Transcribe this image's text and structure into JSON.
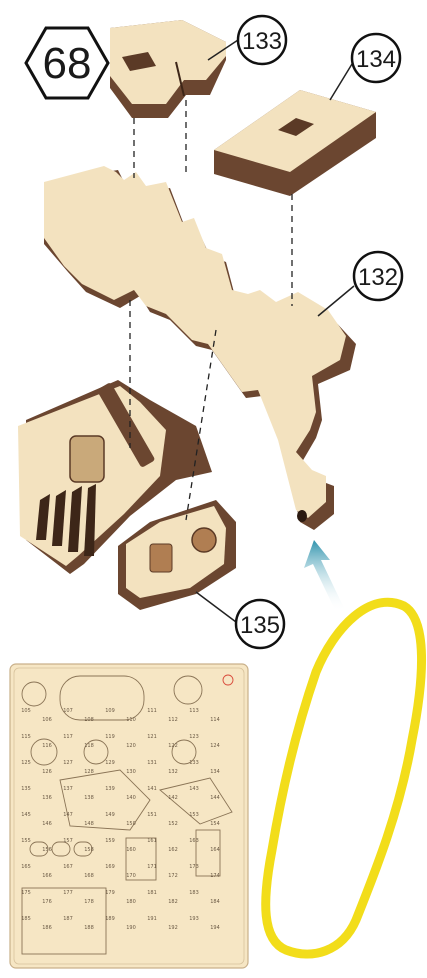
{
  "step": {
    "number": "68"
  },
  "parts": [
    {
      "id": "133"
    },
    {
      "id": "134"
    },
    {
      "id": "132"
    },
    {
      "id": "135"
    }
  ],
  "colors": {
    "wood_face": "#f3e2bf",
    "wood_edge": "#6b4630",
    "rubber_band": "#f2dd1a",
    "arrow": "#3aa3bd",
    "sheet": "#f6e6c4"
  },
  "sheet_numbers": [
    "105",
    "106",
    "107",
    "108",
    "109",
    "110",
    "111",
    "112",
    "113",
    "114",
    "115",
    "116",
    "117",
    "118",
    "119",
    "120",
    "121",
    "122",
    "123",
    "124",
    "125",
    "126",
    "127",
    "128",
    "129",
    "130",
    "131",
    "132",
    "133",
    "134",
    "135",
    "136",
    "137",
    "138",
    "139",
    "140",
    "141",
    "142",
    "143",
    "144",
    "145",
    "146",
    "147",
    "148",
    "149",
    "150",
    "151",
    "152",
    "153",
    "154",
    "155",
    "156",
    "157",
    "158",
    "159",
    "160",
    "161",
    "162",
    "163",
    "164",
    "165",
    "166",
    "167",
    "168",
    "169",
    "170",
    "171",
    "172",
    "173",
    "174",
    "175",
    "176",
    "177",
    "178",
    "179",
    "180",
    "181",
    "182",
    "183",
    "184",
    "185",
    "186",
    "187",
    "188",
    "189",
    "190",
    "191",
    "192",
    "193",
    "194"
  ]
}
